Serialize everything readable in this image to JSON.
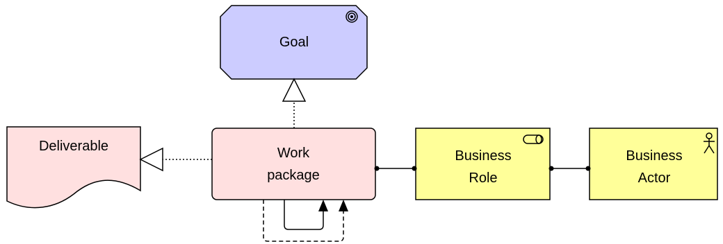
{
  "diagram": {
    "nodes": {
      "goal": {
        "label": "Goal",
        "icon": "goal-target-icon",
        "fill": "#ccccff"
      },
      "work_package": {
        "label_line1": "Work",
        "label_line2": "package",
        "fill": "#ffe0e0"
      },
      "deliverable": {
        "label": "Deliverable",
        "fill": "#ffe0e0"
      },
      "business_role": {
        "label_line1": "Business",
        "label_line2": "Role",
        "icon": "role-cylinder-icon",
        "fill": "#ffff99"
      },
      "business_actor": {
        "label_line1": "Business",
        "label_line2": "Actor",
        "icon": "actor-stick-figure-icon",
        "fill": "#ffff99"
      }
    },
    "relationships": [
      {
        "type": "realization",
        "from": "work_package",
        "to": "goal"
      },
      {
        "type": "realization",
        "from": "work_package",
        "to": "deliverable"
      },
      {
        "type": "assignment",
        "from": "work_package",
        "to": "business_role"
      },
      {
        "type": "assignment",
        "from": "business_role",
        "to": "business_actor"
      },
      {
        "type": "triggering",
        "from": "work_package",
        "to": "work_package"
      },
      {
        "type": "flow",
        "from": "work_package",
        "to": "work_package"
      }
    ]
  }
}
